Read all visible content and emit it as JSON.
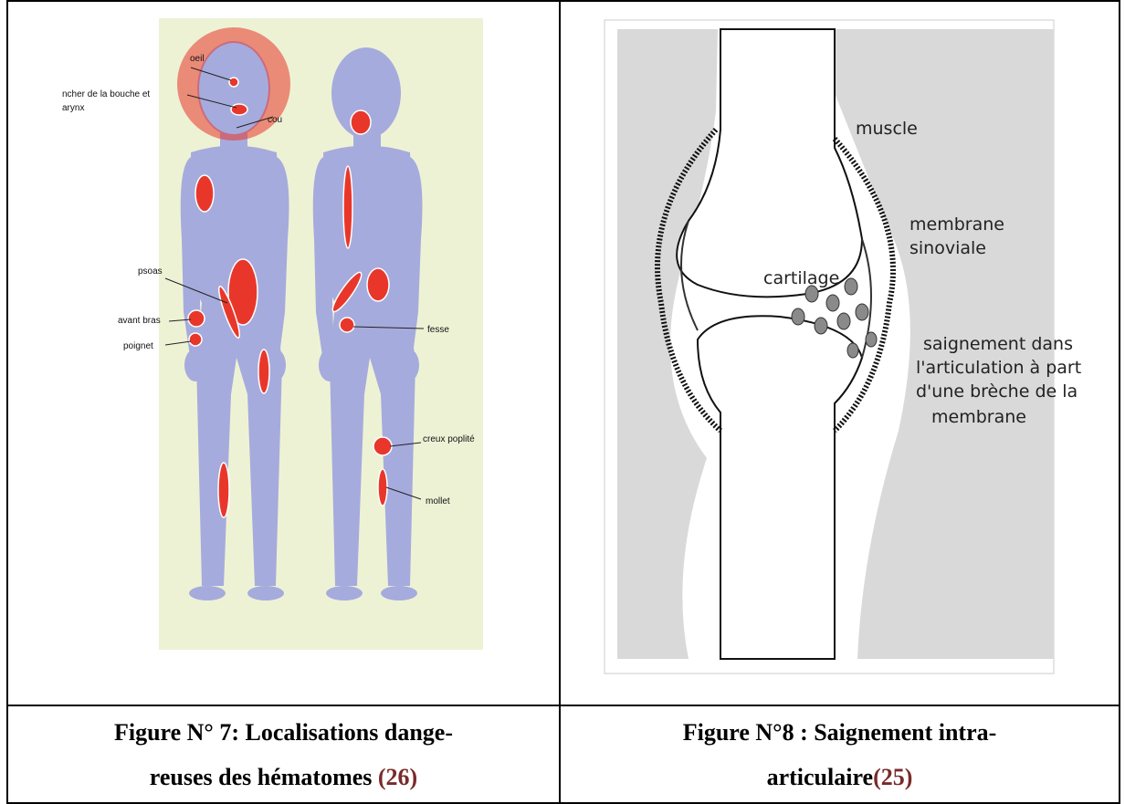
{
  "figure7": {
    "labels": {
      "oeil": "oeil",
      "plancher_1": "ncher de la bouche et",
      "plancher_2": "arynx",
      "cou": "cou",
      "psoas": "psoas",
      "avant_bras": "avant bras",
      "poignet": "poignet",
      "fesse": "fesse",
      "creux_poplite": "creux poplité",
      "mollet": "mollet"
    },
    "caption_line1": "Figure N° 7: Localisations dange-",
    "caption_line2_text": "reuses des hématomes ",
    "caption_ref": "(26)"
  },
  "figure8": {
    "labels": {
      "muscle": "muscle",
      "membrane_1": "membrane",
      "membrane_2": "sinoviale",
      "cartilage": "cartilage",
      "saignement_1": "saignement dans",
      "saignement_2": "l'articulation à part",
      "saignement_3": "d'une brèche de la",
      "saignement_4": "membrane"
    },
    "caption_line1": "Figure N°8 : Saignement intra-",
    "caption_line2_text": "articulaire",
    "caption_ref": "(25)"
  },
  "colors": {
    "body": "#a6abdd",
    "hematoma": "#e8372a",
    "figure7_bg": "#eef2d5",
    "knee_grey": "#d9d9d9",
    "blood": "#8a8a8a",
    "reference": "#7a2a2a"
  }
}
